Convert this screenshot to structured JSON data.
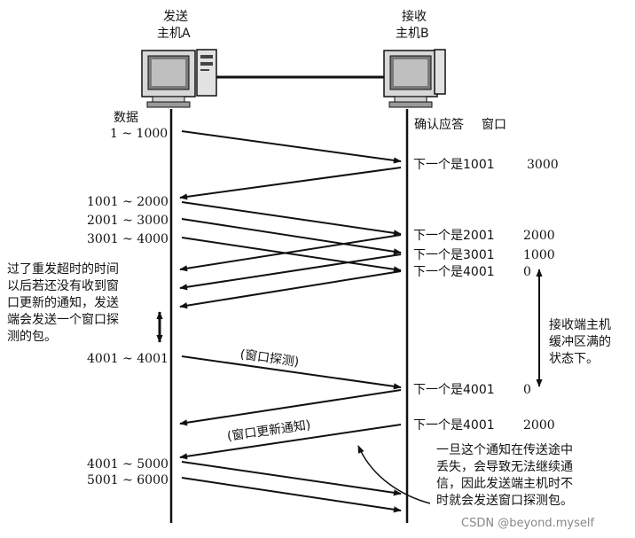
{
  "sender": {
    "line1": "发送",
    "line2": "主机A",
    "data_heading": "数据"
  },
  "receiver": {
    "line1": "接收",
    "line2": "主机B",
    "ack_heading": "确认应答",
    "window_heading": "窗口"
  },
  "send_labels": [
    "1 ~ 1000",
    "1001 ~ 2000",
    "2001 ~ 3000",
    "3001 ~ 4000",
    "4001 ~ 4001",
    "4001 ~ 5000",
    "5001 ~ 6000"
  ],
  "acks": [
    {
      "text": "下一个是1001",
      "window": "3000"
    },
    {
      "text": "下一个是2001",
      "window": "2000"
    },
    {
      "text": "下一个是3001",
      "window": "1000"
    },
    {
      "text": "下一个是4001",
      "window": "0"
    },
    {
      "text": "下一个是4001",
      "window": "0"
    },
    {
      "text": "下一个是4001",
      "window": "2000"
    }
  ],
  "notes": {
    "retransmit_timeout": "过了重发超时的时间\n以后若还没有收到窗\n口更新的通知，发送\n端会发送一个窗口探\n测的包。",
    "buffer_full": "接收端主机\n缓冲区满的\n状态下。",
    "lost_update": "一旦这个通知在传送途中\n丢失，会导致无法继续通\n信，因此发送端主机时不\n时就会发送窗口探测包。"
  },
  "packet_labels": {
    "window_probe": "(窗口探测)",
    "window_update": "(窗口更新通知)"
  },
  "watermark": "CSDN @beyond.myself"
}
